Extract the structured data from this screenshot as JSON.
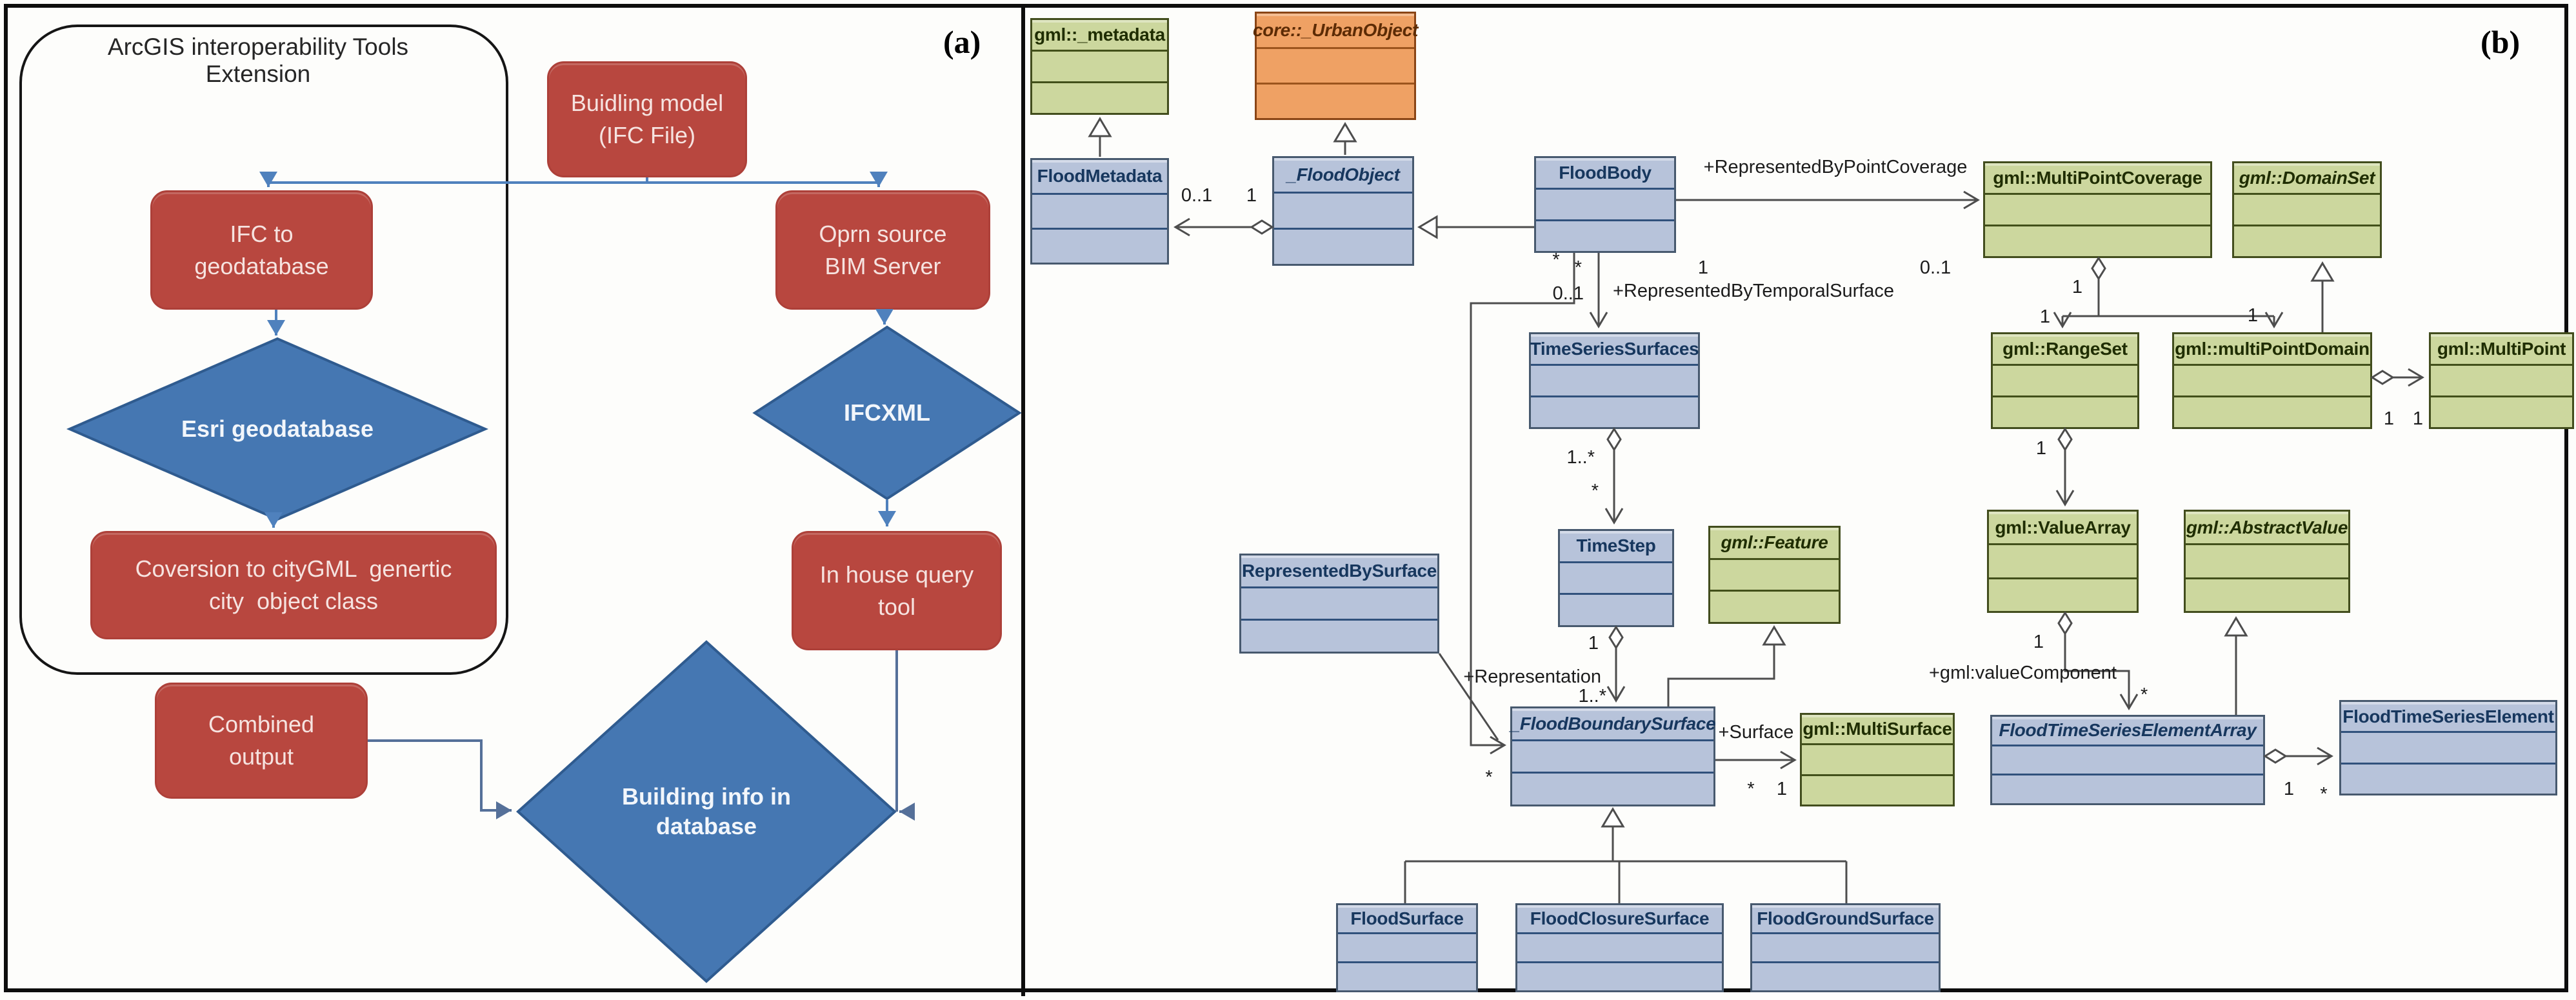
{
  "figure": {
    "panel_a_tag": "(a)",
    "panel_b_tag": "(b)"
  },
  "flowchart": {
    "frame_label": "ArcGIS interoperability Tools Extension",
    "process_nodes": [
      {
        "id": "building-model",
        "lines": [
          "Buidling model",
          "(IFC File)"
        ]
      },
      {
        "id": "ifc-to-geodatabase",
        "lines": [
          "IFC to",
          "geodatabase"
        ]
      },
      {
        "id": "conversion-citygml",
        "lines": [
          "Coversion to cityGML  genertic",
          "city  object class"
        ]
      },
      {
        "id": "oprn-source-bim",
        "lines": [
          "Oprn source",
          "BIM Server"
        ]
      },
      {
        "id": "in-house-query",
        "lines": [
          "In house query",
          "tool"
        ]
      },
      {
        "id": "combined-output",
        "lines": [
          "Combined",
          "output"
        ]
      }
    ],
    "decision_nodes": [
      {
        "id": "esri-geodatabase",
        "lines": [
          "Esri geodatabase"
        ]
      },
      {
        "id": "ifcxml",
        "lines": [
          "IFCXML"
        ]
      },
      {
        "id": "building-info-db",
        "lines": [
          "Building info in",
          "database"
        ]
      }
    ]
  },
  "uml": {
    "classes": [
      {
        "id": "gml-metadata",
        "name": "gml::_metadata",
        "style": "green",
        "italic": false
      },
      {
        "id": "core-urbanobject",
        "name": "core::_UrbanObject",
        "style": "orange",
        "italic": true
      },
      {
        "id": "flood-metadata",
        "name": "FloodMetadata",
        "style": "blue",
        "italic": false
      },
      {
        "id": "flood-object",
        "name": "_FloodObject",
        "style": "blue",
        "italic": true
      },
      {
        "id": "flood-body",
        "name": "FloodBody",
        "style": "blue",
        "italic": false
      },
      {
        "id": "gml-multipointcoverage",
        "name": "gml::MultiPointCoverage",
        "style": "green",
        "italic": false
      },
      {
        "id": "gml-domainset",
        "name": "gml::DomainSet",
        "style": "green",
        "italic": true
      },
      {
        "id": "timeseriessurfaces",
        "name": "TimeSeriesSurfaces",
        "style": "blue",
        "italic": false
      },
      {
        "id": "gml-rangeset",
        "name": "gml::RangeSet",
        "style": "green",
        "italic": false
      },
      {
        "id": "gml-multipointdomain",
        "name": "gml::multiPointDomain",
        "style": "green",
        "italic": false
      },
      {
        "id": "gml-multipoint",
        "name": "gml::MultiPoint",
        "style": "green",
        "italic": false
      },
      {
        "id": "represented-by-surface",
        "name": "RepresentedBySurface",
        "style": "blue",
        "italic": false
      },
      {
        "id": "timestep",
        "name": "TimeStep",
        "style": "blue",
        "italic": false
      },
      {
        "id": "gml-feature",
        "name": "gml::Feature",
        "style": "green",
        "italic": true
      },
      {
        "id": "gml-valuearray",
        "name": "gml::ValueArray",
        "style": "green",
        "italic": false
      },
      {
        "id": "gml-abstractvalue",
        "name": "gml::AbstractValue",
        "style": "green",
        "italic": true
      },
      {
        "id": "flood-boundary-surface",
        "name": "_FloodBoundarySurface",
        "style": "blue",
        "italic": true
      },
      {
        "id": "gml-multisurface",
        "name": "gml::MultiSurface",
        "style": "green",
        "italic": false
      },
      {
        "id": "flood-ts-element-array",
        "name": "FloodTimeSeriesElementArray",
        "style": "blue",
        "italic": true
      },
      {
        "id": "flood-ts-element",
        "name": "FloodTimeSeriesElement",
        "style": "blue",
        "italic": false
      },
      {
        "id": "flood-surface",
        "name": "FloodSurface",
        "style": "blue",
        "italic": false
      },
      {
        "id": "flood-closure-surface",
        "name": "FloodClosureSurface",
        "style": "blue",
        "italic": false
      },
      {
        "id": "flood-ground-surface",
        "name": "FloodGroundSurface",
        "style": "blue",
        "italic": false
      }
    ],
    "edge_labels": [
      {
        "id": "lbl-rep-point-coverage",
        "text": "+RepresentedByPointCoverage"
      },
      {
        "id": "lbl-fb-mpc-1",
        "text": "1"
      },
      {
        "id": "lbl-fb-mpc-01",
        "text": "0..1"
      },
      {
        "id": "lbl-fm-fo-01",
        "text": "0..1"
      },
      {
        "id": "lbl-fm-fo-1",
        "text": "1"
      },
      {
        "id": "lbl-fb-left-star",
        "text": "*"
      },
      {
        "id": "lbl-tss-star",
        "text": "*"
      },
      {
        "id": "lbl-tss-01",
        "text": "0..1"
      },
      {
        "id": "lbl-rep-temporal",
        "text": "+RepresentedByTemporalSurface"
      },
      {
        "id": "lbl-tss-ts-1star",
        "text": "1..*"
      },
      {
        "id": "lbl-tss-ts-star",
        "text": "*"
      },
      {
        "id": "lbl-mpc-diamond-1",
        "text": "1"
      },
      {
        "id": "lbl-rangeset-in-1",
        "text": "1"
      },
      {
        "id": "lbl-mpd-in-1",
        "text": "1"
      },
      {
        "id": "lbl-mpd-mp-1a",
        "text": "1"
      },
      {
        "id": "lbl-mpd-mp-1b",
        "text": "1"
      },
      {
        "id": "lbl-rs-va-1",
        "text": "1"
      },
      {
        "id": "lbl-va-diamond-1",
        "text": "1"
      },
      {
        "id": "lbl-value-component",
        "text": "+gml:valueComponent"
      },
      {
        "id": "lbl-va-arr-star",
        "text": "*"
      },
      {
        "id": "lbl-ts-diamond-1",
        "text": "1"
      },
      {
        "id": "lbl-representation",
        "text": "+Representation"
      },
      {
        "id": "lbl-ts-fbs-1star",
        "text": "1..*"
      },
      {
        "id": "lbl-fbs-in-star",
        "text": "*"
      },
      {
        "id": "lbl-surface",
        "text": "+Surface"
      },
      {
        "id": "lbl-fbs-ms-star",
        "text": "*"
      },
      {
        "id": "lbl-fbs-ms-1",
        "text": "1"
      },
      {
        "id": "lbl-arr-el-1",
        "text": "1"
      },
      {
        "id": "lbl-arr-el-star",
        "text": "*"
      }
    ]
  }
}
